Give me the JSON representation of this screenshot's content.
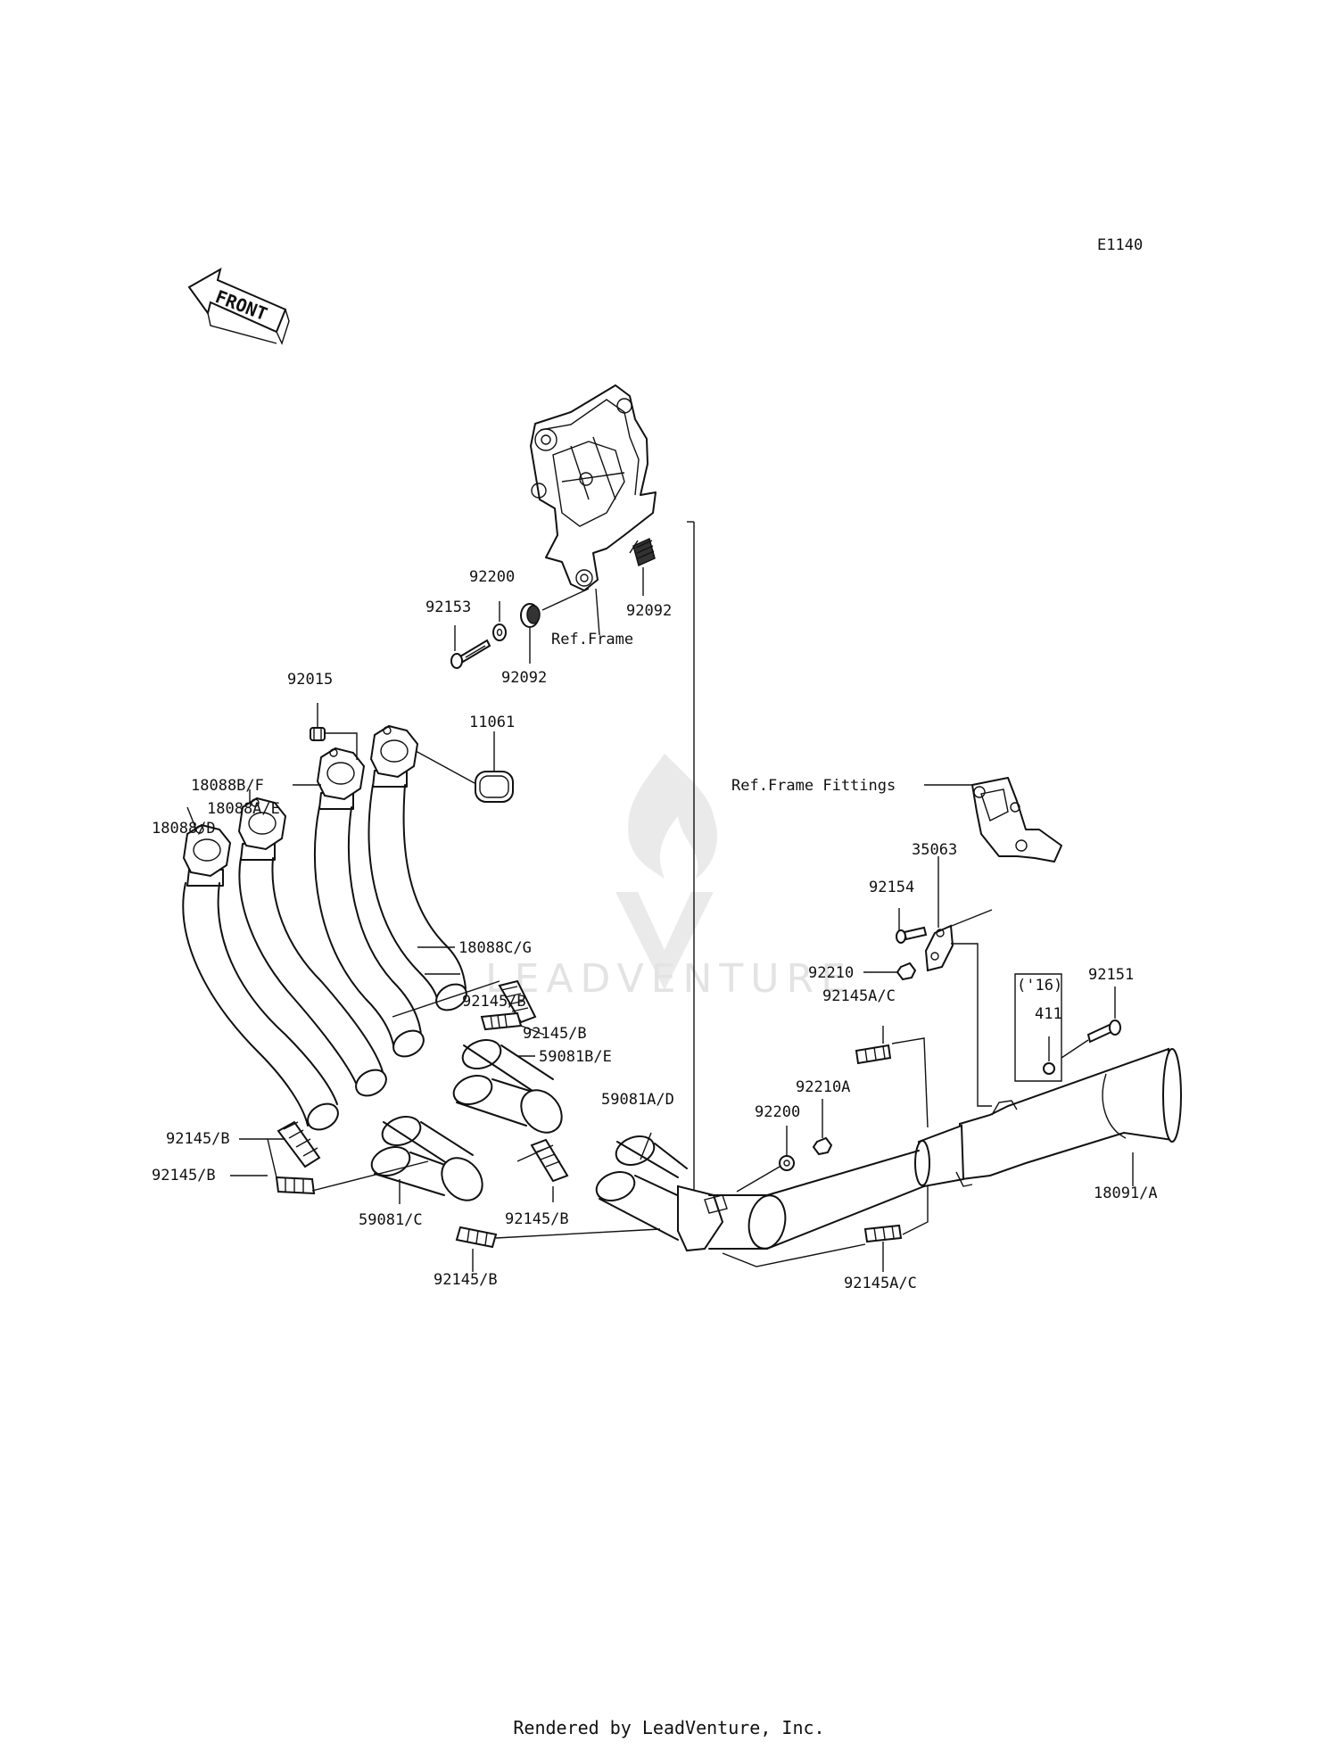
{
  "diagram_code": "E1140",
  "front_arrow_text": "FRONT",
  "watermark_text": "LEADVENTURE",
  "footer_text": "Rendered by LeadVenture, Inc.",
  "labels": {
    "p92200_top": "92200",
    "p92153": "92153",
    "p92092_left": "92092",
    "p92092_right": "92092",
    "ref_frame": "Ref.Frame",
    "p92015": "92015",
    "p11061": "11061",
    "p18088b_f": "18088B/F",
    "p18088a_e": "18088A/E",
    "p18088_d": "18088/D",
    "p18088c_g": "18088C/G",
    "ref_frame_fittings": "Ref.Frame Fittings",
    "p35063": "35063",
    "p92154": "92154",
    "p92210": "92210",
    "p92145b_1": "92145/B",
    "p92145b_2": "92145/B",
    "p59081b_e": "59081B/E",
    "p59081a_d": "59081A/D",
    "p92145a_c_top": "92145A/C",
    "p92151": "92151",
    "year_note": "('16)",
    "p411": "411",
    "p92210a": "92210A",
    "p92200_bottom": "92200",
    "p18091_a": "18091/A",
    "p92145b_left1": "92145/B",
    "p92145b_left2": "92145/B",
    "p59081_c": "59081/C",
    "p92145b_mid": "92145/B",
    "p92145b_bottom": "92145/B",
    "p92145a_c_bottom": "92145A/C"
  }
}
